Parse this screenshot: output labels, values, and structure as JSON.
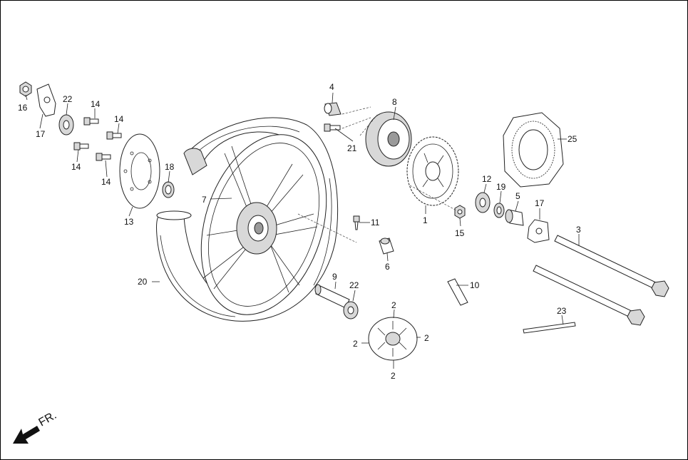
{
  "direction_label": "FR.",
  "parts": [
    {
      "id": "p1",
      "num": "1"
    },
    {
      "id": "p2a",
      "num": "2"
    },
    {
      "id": "p2b",
      "num": "2"
    },
    {
      "id": "p2c",
      "num": "2"
    },
    {
      "id": "p2d",
      "num": "2"
    },
    {
      "id": "p3",
      "num": "3"
    },
    {
      "id": "p4",
      "num": "4"
    },
    {
      "id": "p5",
      "num": "5"
    },
    {
      "id": "p6",
      "num": "6"
    },
    {
      "id": "p7",
      "num": "7"
    },
    {
      "id": "p8",
      "num": "8"
    },
    {
      "id": "p9",
      "num": "9"
    },
    {
      "id": "p10",
      "num": "10"
    },
    {
      "id": "p11",
      "num": "11"
    },
    {
      "id": "p12",
      "num": "12"
    },
    {
      "id": "p13",
      "num": "13"
    },
    {
      "id": "p14a",
      "num": "14"
    },
    {
      "id": "p14b",
      "num": "14"
    },
    {
      "id": "p14c",
      "num": "14"
    },
    {
      "id": "p14d",
      "num": "14"
    },
    {
      "id": "p15",
      "num": "15"
    },
    {
      "id": "p16",
      "num": "16"
    },
    {
      "id": "p17a",
      "num": "17"
    },
    {
      "id": "p17b",
      "num": "17"
    },
    {
      "id": "p18",
      "num": "18"
    },
    {
      "id": "p19",
      "num": "19"
    },
    {
      "id": "p20",
      "num": "20"
    },
    {
      "id": "p21",
      "num": "21"
    },
    {
      "id": "p22a",
      "num": "22"
    },
    {
      "id": "p22b",
      "num": "22"
    },
    {
      "id": "p23",
      "num": "23"
    },
    {
      "id": "p25",
      "num": "25"
    }
  ]
}
